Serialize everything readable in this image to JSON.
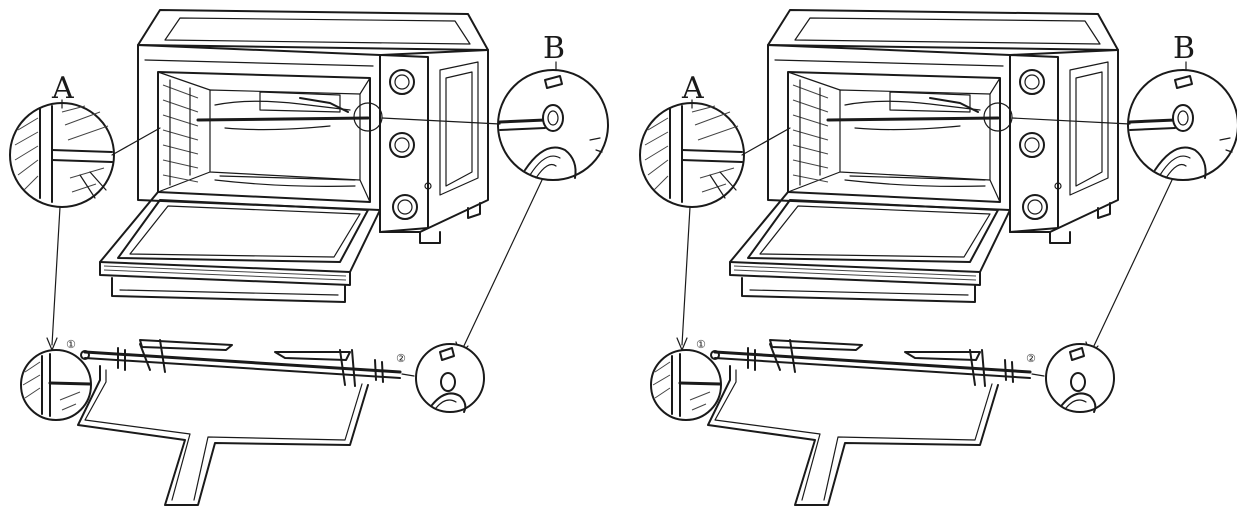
{
  "panels": [
    {
      "id": "left",
      "label_a": "A",
      "label_b": "B",
      "step_a": "①",
      "step_b": "②"
    },
    {
      "id": "right",
      "label_a": "A",
      "label_b": "B",
      "step_a": "①",
      "step_b": "②"
    }
  ],
  "colors": {
    "ink": "#1a1a1a",
    "paper": "#ffffff"
  }
}
